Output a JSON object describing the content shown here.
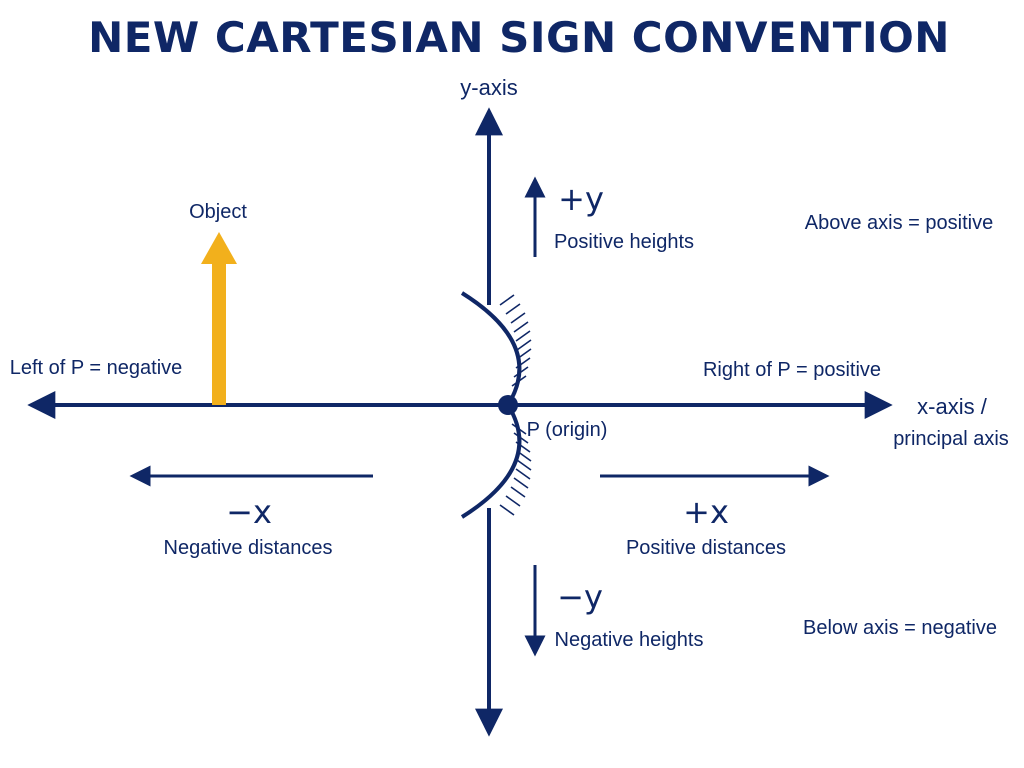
{
  "colors": {
    "ink": "#0f2766",
    "object": "#f2b01c",
    "background": "#ffffff"
  },
  "title": "NEW CARTESIAN SIGN CONVENTION",
  "labels": {
    "y_axis": "y-axis",
    "x_axis_line1": "x-axis /",
    "x_axis_line2": "principal axis",
    "object": "Object",
    "origin": "P (origin)",
    "left_of_p": "Left of P = negative",
    "right_of_p": "Right of P = positive",
    "above_axis": "Above axis = positive",
    "below_axis": "Below axis = negative"
  },
  "directions": {
    "plus_y": {
      "sign": "+y",
      "caption": "Positive heights"
    },
    "minus_y": {
      "sign": "−y",
      "caption": "Negative heights"
    },
    "plus_x": {
      "sign": "+x",
      "caption": "Positive distances"
    },
    "minus_x": {
      "sign": "−x",
      "caption": "Negative distances"
    }
  },
  "icons": {
    "mirror": "concave-mirror-icon",
    "object": "upward-arrow-object-icon"
  }
}
